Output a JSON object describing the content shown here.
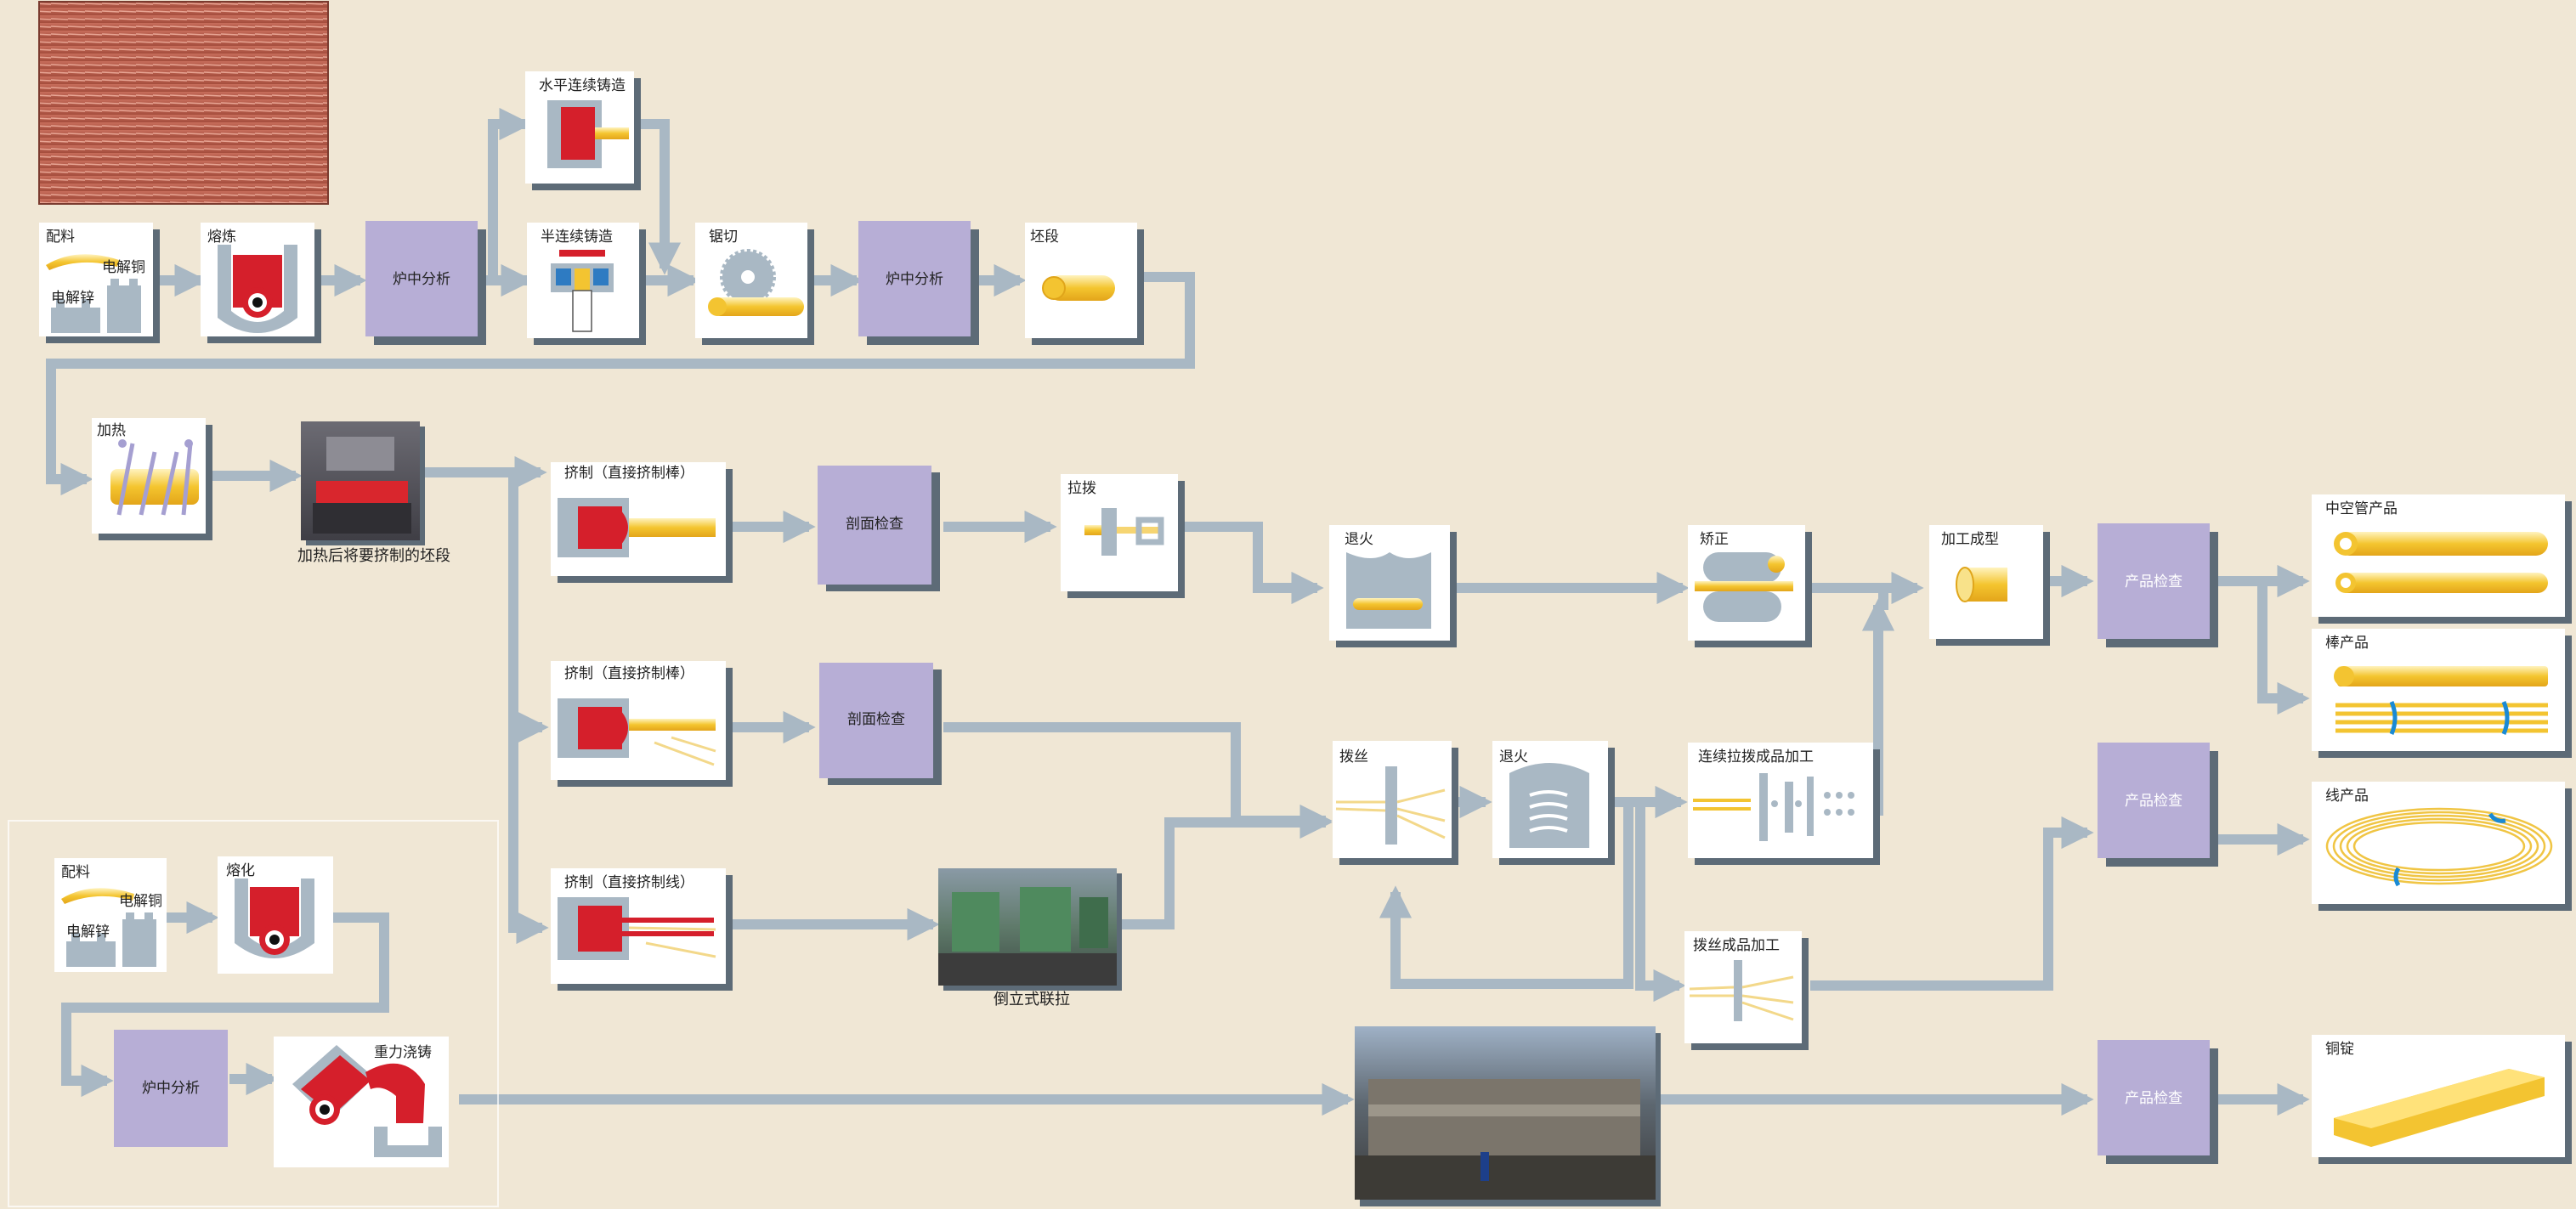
{
  "top": {
    "ingredients": {
      "title": "配料",
      "copper": "电解铜",
      "zinc": "电解锌"
    },
    "smelting": "熔炼",
    "analysis1": "炉中分析",
    "horizontal_casting": "水平连续铸造",
    "semi_casting": "半连续铸造",
    "sawing": "锯切",
    "analysis2": "炉中分析",
    "billet": "坯段"
  },
  "middle": {
    "heating": "加热",
    "heated_caption": "加热后将要挤制的坯段",
    "extrude1": "挤制（直接挤制棒）",
    "extrude2": "挤制（直接挤制棒）",
    "extrude3": "挤制（直接挤制线）",
    "section1": "剖面检查",
    "section2": "剖面检查",
    "drawing": "拉拨",
    "annealing1": "退火",
    "straightening": "矫正",
    "forming": "加工成型",
    "inspection1": "产品检查",
    "wire_drawing": "拨丝",
    "annealing2": "退火",
    "continuous_drawing": "连续拉拨成品加工",
    "vertical_draw_caption": "倒立式联拉",
    "wire_finishing": "拨丝成品加工",
    "inspection2": "产品检查"
  },
  "lower": {
    "ingredients": {
      "title": "配料",
      "copper": "电解铜",
      "zinc": "电解锌"
    },
    "melting": "熔化",
    "analysis": "炉中分析",
    "gravity_casting": "重力浇铸",
    "inspection3": "产品检查"
  },
  "products": {
    "hollow_tube": "中空管产品",
    "rod": "棒产品",
    "wire": "线产品",
    "ingot": "铜锭"
  },
  "colors": {
    "background": "#f0e7d5",
    "flow": "#a9b8c4",
    "shadow": "#5d6b77",
    "purple": "#b7aed6",
    "red": "#d51f2b",
    "gold": "#f3c431"
  }
}
